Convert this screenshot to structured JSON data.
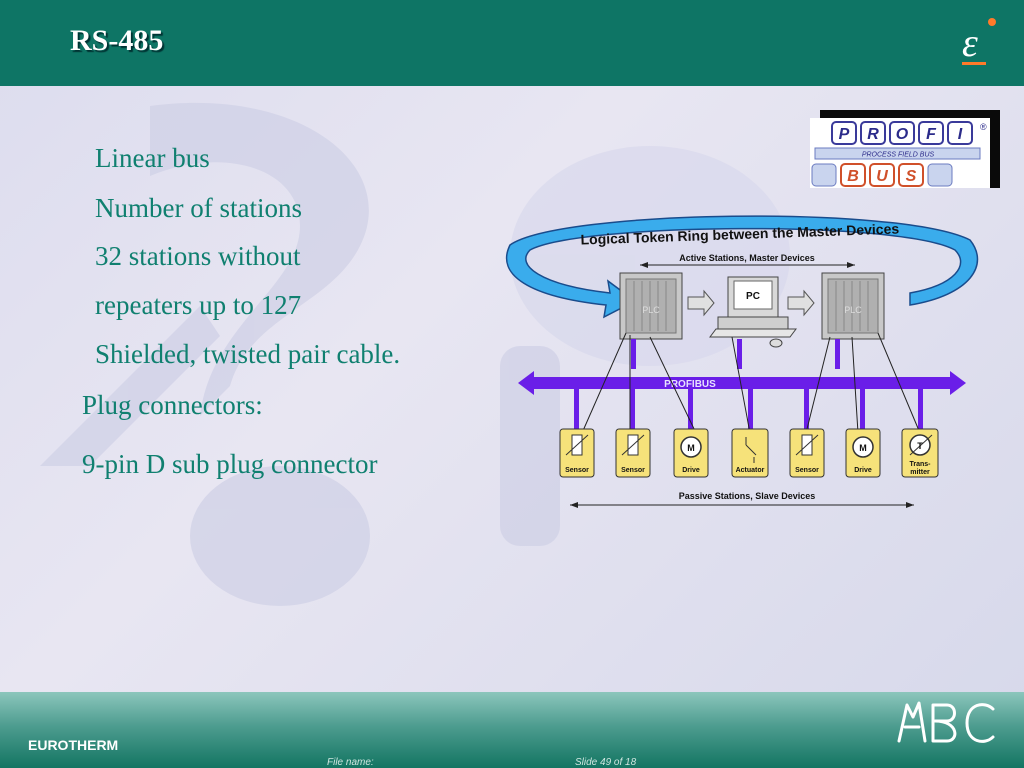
{
  "slide": {
    "title": "RS-485",
    "bullets": [
      "Linear bus",
      "Number of stations",
      "32 stations without",
      "repeaters up to 127",
      "Shielded, twisted pair cable.",
      "Plug connectors:",
      "9-pin D sub plug connector"
    ]
  },
  "profibus_logo": {
    "top_letters": [
      "P",
      "R",
      "O",
      "F",
      "I"
    ],
    "tagline": "PROCESS FIELD BUS",
    "bottom_letters": [
      "B",
      "U",
      "S"
    ],
    "registered": "®"
  },
  "diagram": {
    "ring_label": "Logical Token Ring between the Master Devices",
    "active_label": "Active Stations, Master Devices",
    "plc_left": "PLC",
    "pc": "PC",
    "plc_right": "PLC",
    "bus_label": "PROFIBUS",
    "passive_label": "Passive Stations, Slave Devices",
    "devices": [
      {
        "symbol": "",
        "label": "Sensor"
      },
      {
        "symbol": "",
        "label": "Sensor"
      },
      {
        "symbol": "M",
        "label": "Drive"
      },
      {
        "symbol": "",
        "label": "Actuator"
      },
      {
        "symbol": "",
        "label": "Sensor"
      },
      {
        "symbol": "M",
        "label": "Drive"
      },
      {
        "symbol": "T",
        "label": "Trans-\nmitter"
      }
    ]
  },
  "footer": {
    "company": "EUROTHERM",
    "file_name": "File name:",
    "slide_info": "Slide 49 of 18"
  },
  "colors": {
    "header": "#0e7565",
    "text": "#108070",
    "bus": "#6a1ee8",
    "ring": "#3aacec",
    "device": "#f6e27a"
  }
}
